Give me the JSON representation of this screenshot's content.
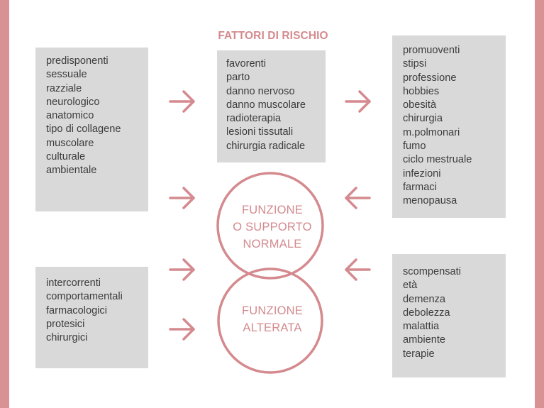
{
  "title": "FATTORI DI RISCHIO",
  "boxes": {
    "predisponenti": [
      "predisponenti",
      "sessuale",
      "razziale",
      "neurologico",
      "anatomico",
      "tipo di collagene",
      "muscolare",
      "culturale",
      "ambientale"
    ],
    "favorenti": [
      "favorenti",
      "parto",
      "danno nervoso",
      "danno muscolare",
      "radioterapia",
      "lesioni tissutali",
      "chirurgia radicale"
    ],
    "promuoventi": [
      "promuoventi",
      "stipsi",
      "professione",
      "hobbies",
      "obesità",
      "chirurgia",
      "m.polmonari",
      "fumo",
      "ciclo mestruale",
      "infezioni",
      "farmaci",
      "menopausa"
    ],
    "intercorrenti": [
      "intercorrenti",
      "comportamentali",
      "farmacologici",
      "protesici",
      "chirurgici"
    ],
    "scompensati": [
      "scompensati",
      "età",
      "demenza",
      "debolezza",
      "malattia",
      "ambiente",
      "terapie"
    ]
  },
  "circles": {
    "normal": [
      "FUNZIONE",
      "O SUPPORTO",
      "NORMALE"
    ],
    "altered": [
      "FUNZIONE",
      "ALTERATA"
    ]
  },
  "colors": {
    "accent": "#d48a8e",
    "box_fill": "#d9d9d9",
    "text": "#3c3c3c",
    "side_bar": "#d99293"
  }
}
